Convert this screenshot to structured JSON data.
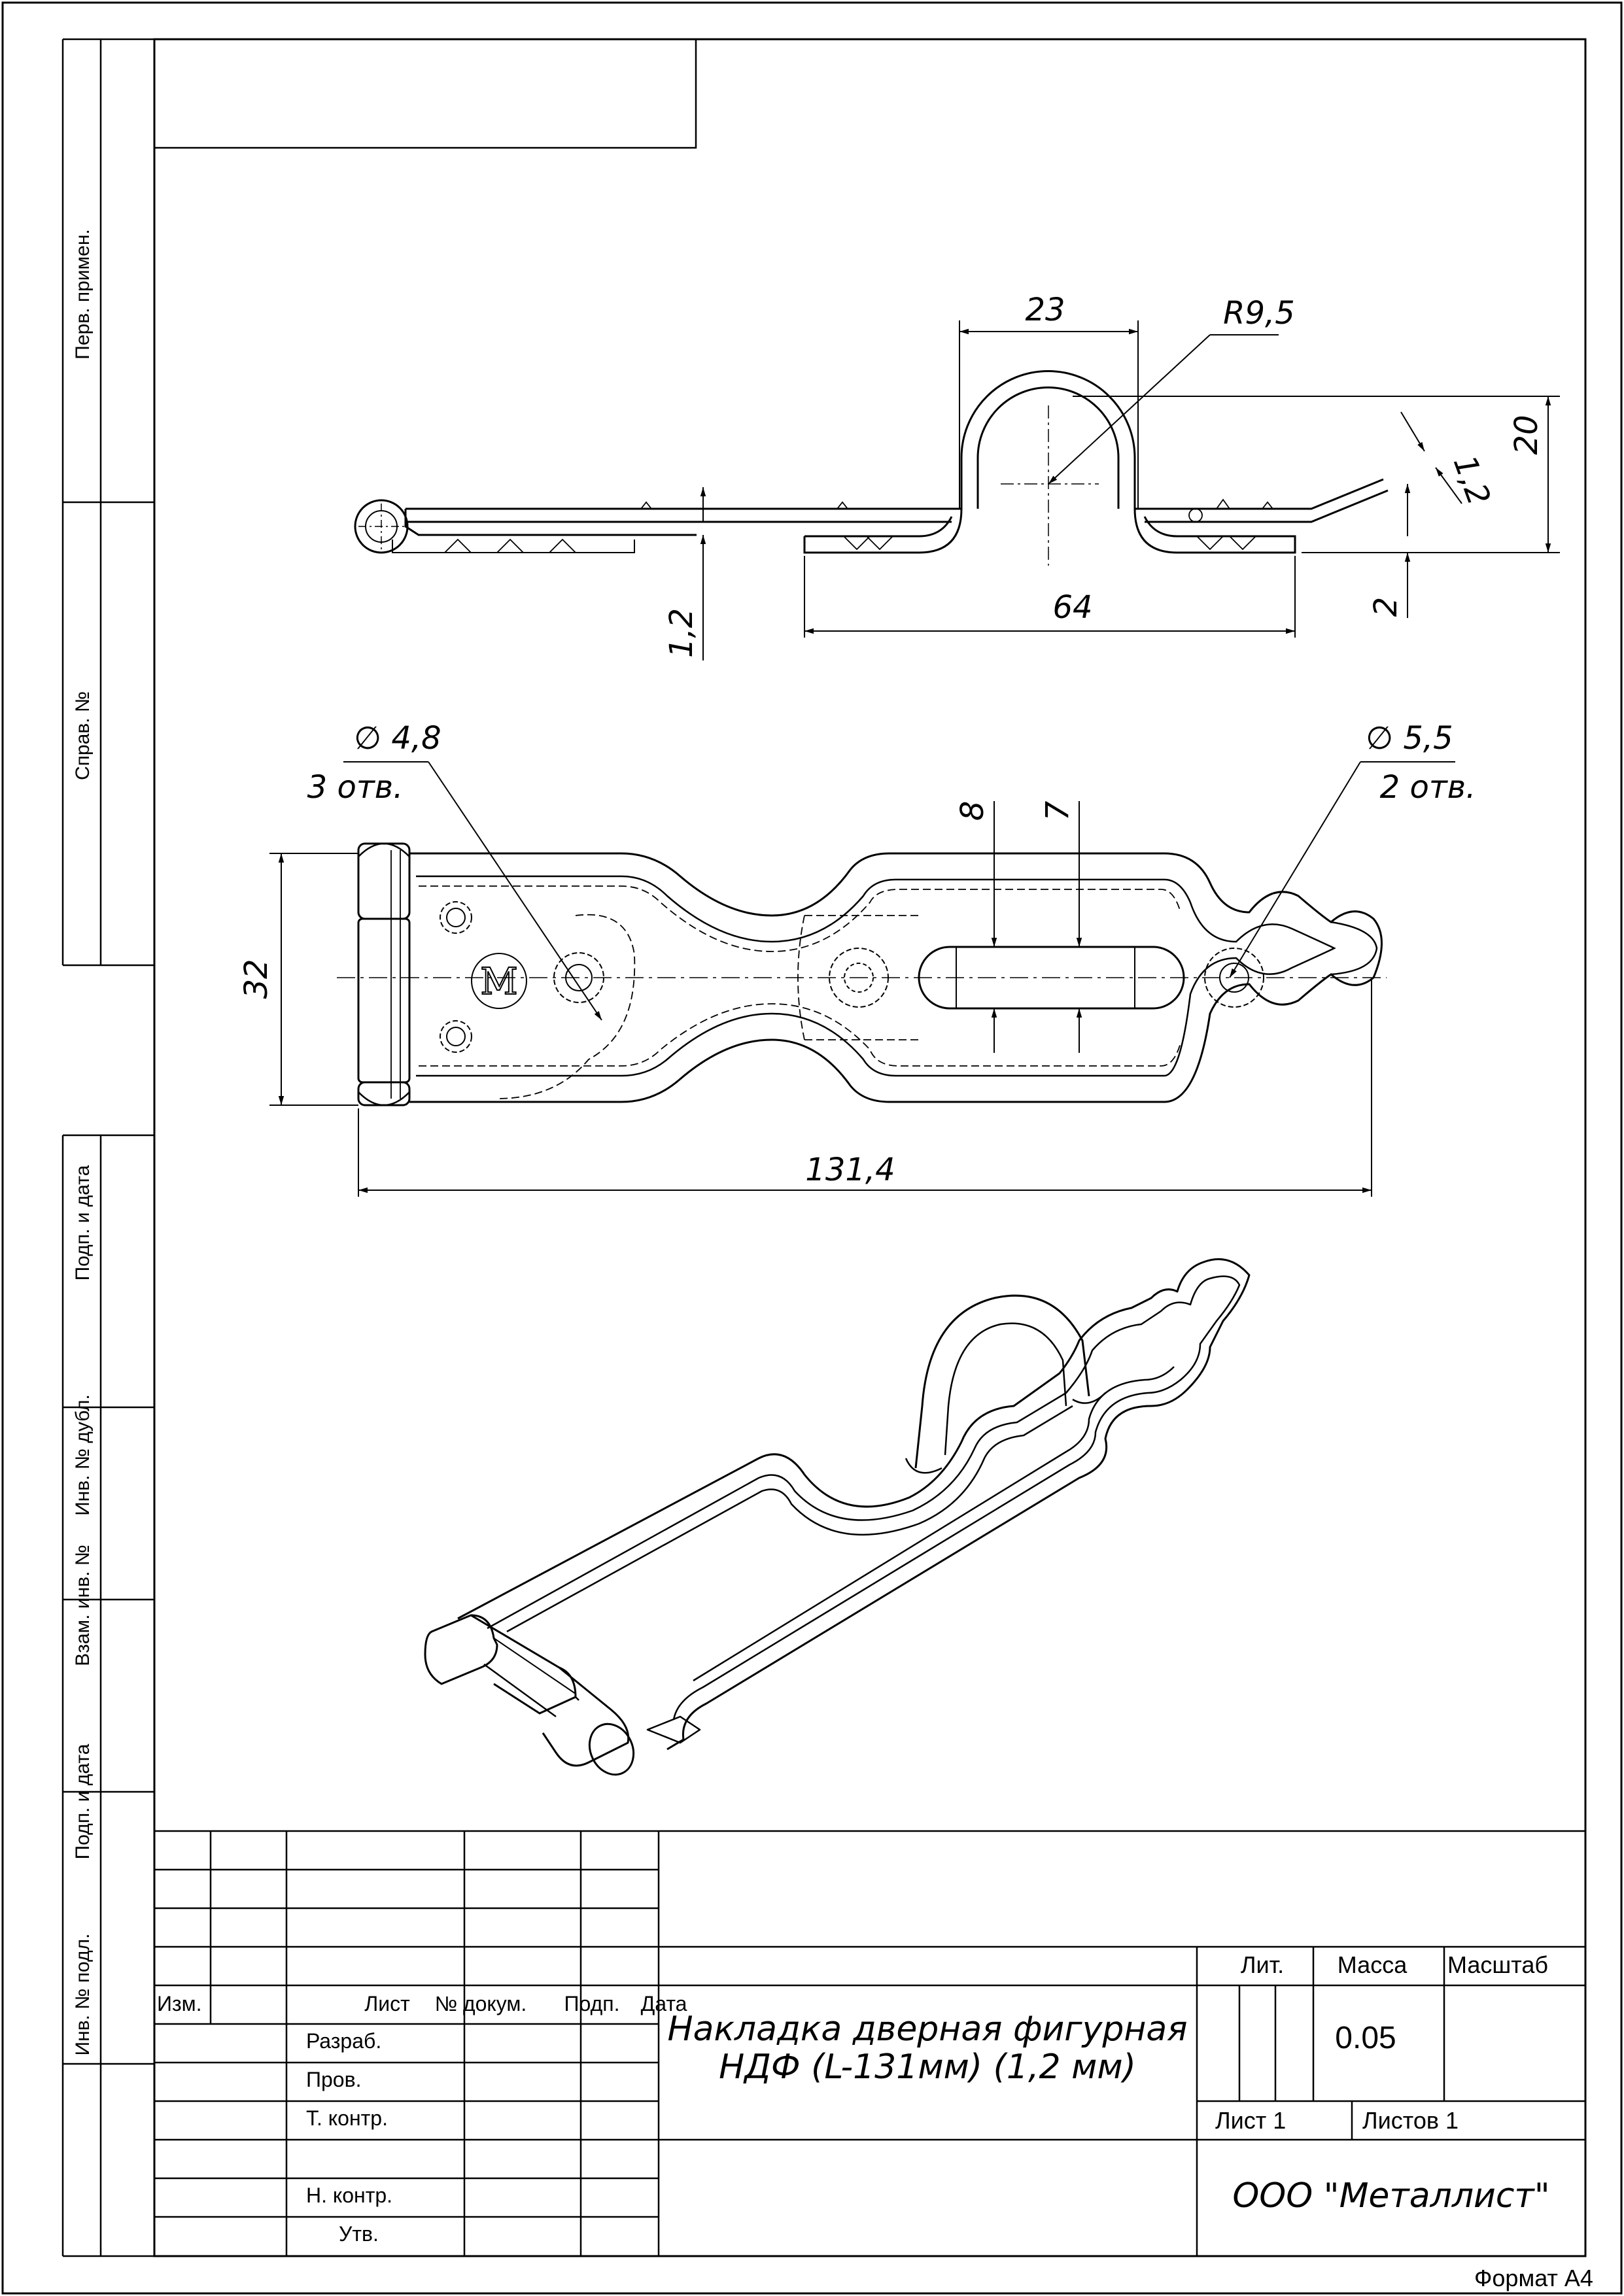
{
  "side_margin": {
    "perv_primen": "Перв. примен.",
    "sprav_no": "Справ. №",
    "podp_i_data_1": "Подп. и дата",
    "inv_no_dubl": "Инв. № дубл.",
    "vzam_inv_no": "Взам. инв. №",
    "podp_i_data_2": "Подп. и дата",
    "inv_no_podl": "Инв. № подл."
  },
  "dimensions": {
    "top_view": {
      "width_23": "23",
      "radius": "R9,5",
      "height_20": "20",
      "thick_1_2_right": "1,2",
      "thick_1_2_left": "1,2",
      "offset_2": "2",
      "base_64": "64"
    },
    "plan_view": {
      "hole_dia_small": "∅ 4,8",
      "hole_count_small": "3 отв.",
      "hole_dia_large": "∅ 5,5",
      "hole_count_large": "2 отв.",
      "slot_8": "8",
      "slot_7": "7",
      "width_32": "32",
      "length": "131,4"
    },
    "logo_letter": "M"
  },
  "title_block": {
    "col_izm": "Изм.",
    "col_list": "Лист",
    "col_dokum": "№ докум.",
    "col_podp": "Подп.",
    "col_data": "Дата",
    "row_razrab": "Разраб.",
    "row_prov": "Пров.",
    "row_t_kontr": "Т. контр.",
    "row_n_kontr": "Н. контр.",
    "row_utv": "Утв.",
    "title_line1": "Накладка дверная фигурная",
    "title_line2": "НДФ (L-131мм) (1,2 мм)",
    "lit_label": "Лит.",
    "massa_label": "Масса",
    "masshtab_label": "Масштаб",
    "massa_value": "0.05",
    "list_label": "Лист 1",
    "listov_label": "Листов 1",
    "company": "ООО \"Металлист\""
  },
  "format_label": "Формат А4"
}
